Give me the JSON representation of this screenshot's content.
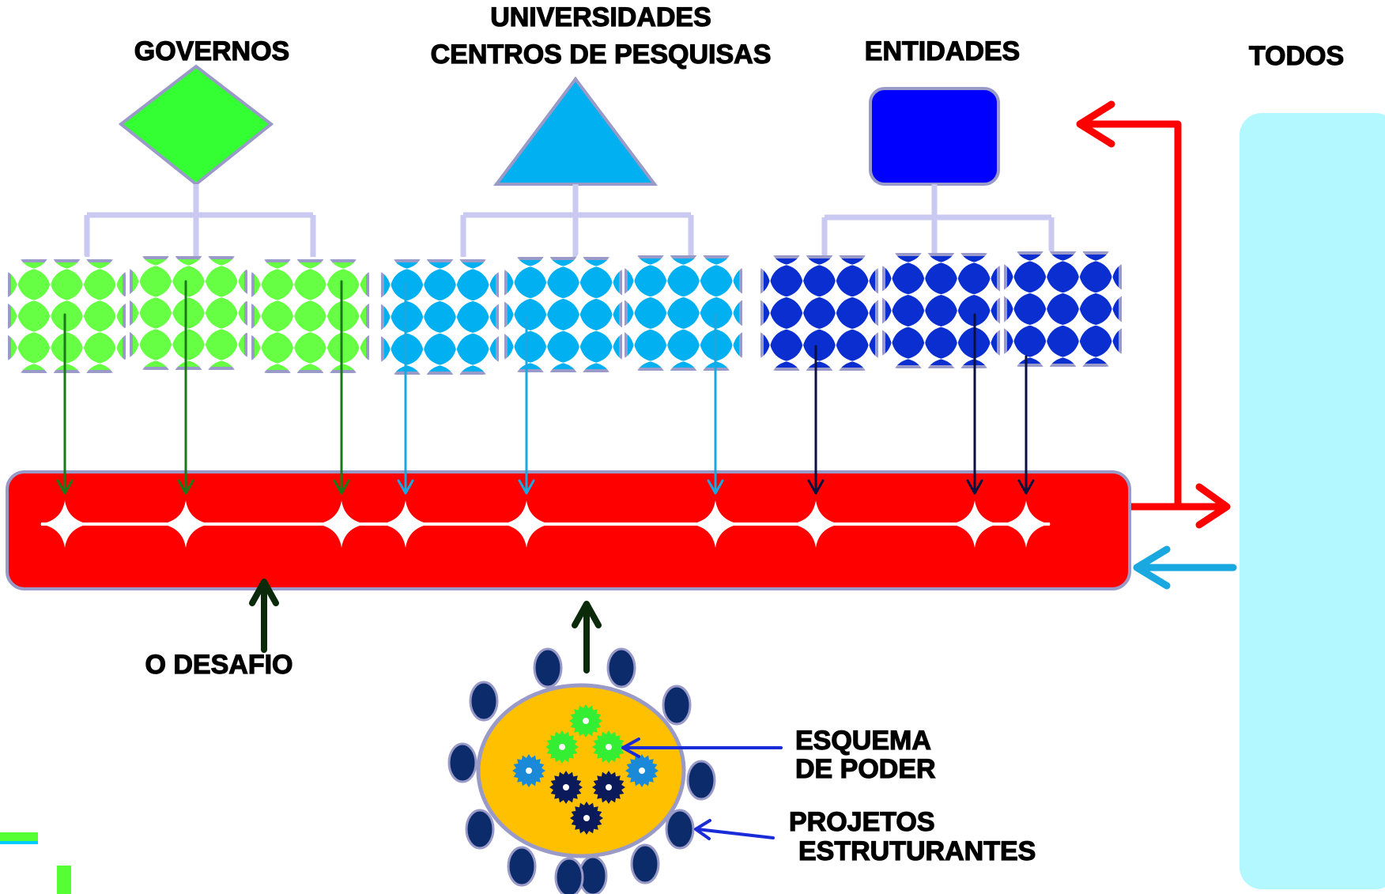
{
  "labels": {
    "governos": "GOVERNOS",
    "universidades_line1": "UNIVERSIDADES",
    "universidades_line2": "CENTROS DE PESQUISAS",
    "entidades": "ENTIDADES",
    "todos": "TODOS",
    "desafio": "O DESAFIO",
    "esquema_line1": "ESQUEMA",
    "esquema_line2": "DE PODER",
    "projetos_line1": "PROJETOS",
    "projetos_line2": "ESTRUTURANTES"
  },
  "groups": [
    {
      "id": "governos",
      "shape": "diamond",
      "color": "#33ff33",
      "tile_color": "#66ff44",
      "arrow_color": "#1a7a1a",
      "units": 3
    },
    {
      "id": "universidades",
      "shape": "triangle",
      "color": "#00b0f0",
      "tile_color": "#00b0f0",
      "arrow_color": "#1aa8e0",
      "units": 3
    },
    {
      "id": "entidades",
      "shape": "rounded-square",
      "color": "#0000ff",
      "tile_color": "#0a2ed0",
      "arrow_color": "#0a1040",
      "units": 3
    }
  ],
  "colors": {
    "challenge_bar": "#ff0000",
    "todos_panel": "#b3f8ff",
    "connector": "#c9c9f2",
    "outline": "#9a9ac8",
    "power_core": "#ffc000",
    "project_nodes": "#0b2b6b",
    "feedback_out": "#ff0000",
    "feedback_in": "#1aa8e0",
    "pointer": "#1a2bd8",
    "up_arrow": "#0a2a0a"
  },
  "power_scheme": {
    "gears": [
      {
        "color": "#33ee33"
      },
      {
        "color": "#33ee33"
      },
      {
        "color": "#33ee33"
      },
      {
        "color": "#1a8ad8"
      },
      {
        "color": "#1a8ad8"
      },
      {
        "color": "#0a1a5a"
      },
      {
        "color": "#0a1a5a"
      },
      {
        "color": "#0a1a5a"
      }
    ],
    "project_count": 12
  }
}
